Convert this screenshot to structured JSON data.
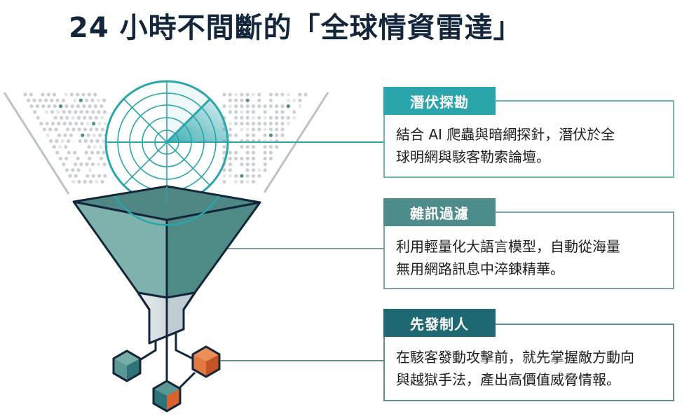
{
  "title": "24 小時不間斷的「全球情資雷達」",
  "colors": {
    "title": "#13263b",
    "teal_bright": "#2aa5ab",
    "teal_mid": "#4d8c8a",
    "teal_dark": "#1d6872",
    "orange": "#d9632f",
    "outline": "#13263b"
  },
  "illustration": {
    "radar": {
      "icon": "radar-icon"
    },
    "funnel": {
      "icon": "funnel-icon"
    },
    "cubes": [
      {
        "icon": "cube-icon",
        "color": "teal"
      },
      {
        "icon": "cube-icon",
        "color": "orange"
      },
      {
        "icon": "cube-icon",
        "color": "teal-orange"
      }
    ]
  },
  "cards": [
    {
      "label": "潛伏探勘",
      "description_lines": [
        "結合 AI 爬蟲與暗網探針，潛伏於全",
        "球明網與駭客勒索論壇。"
      ]
    },
    {
      "label": "雜訊過濾",
      "description_lines": [
        "利用輕量化大語言模型，自動從海量",
        "無用網路訊息中淬鍊精華。"
      ]
    },
    {
      "label": "先發制人",
      "description_lines": [
        "在駭客發動攻擊前，就先掌握敵方動向",
        "與越獄手法，產出高價值威脅情報。"
      ]
    }
  ]
}
